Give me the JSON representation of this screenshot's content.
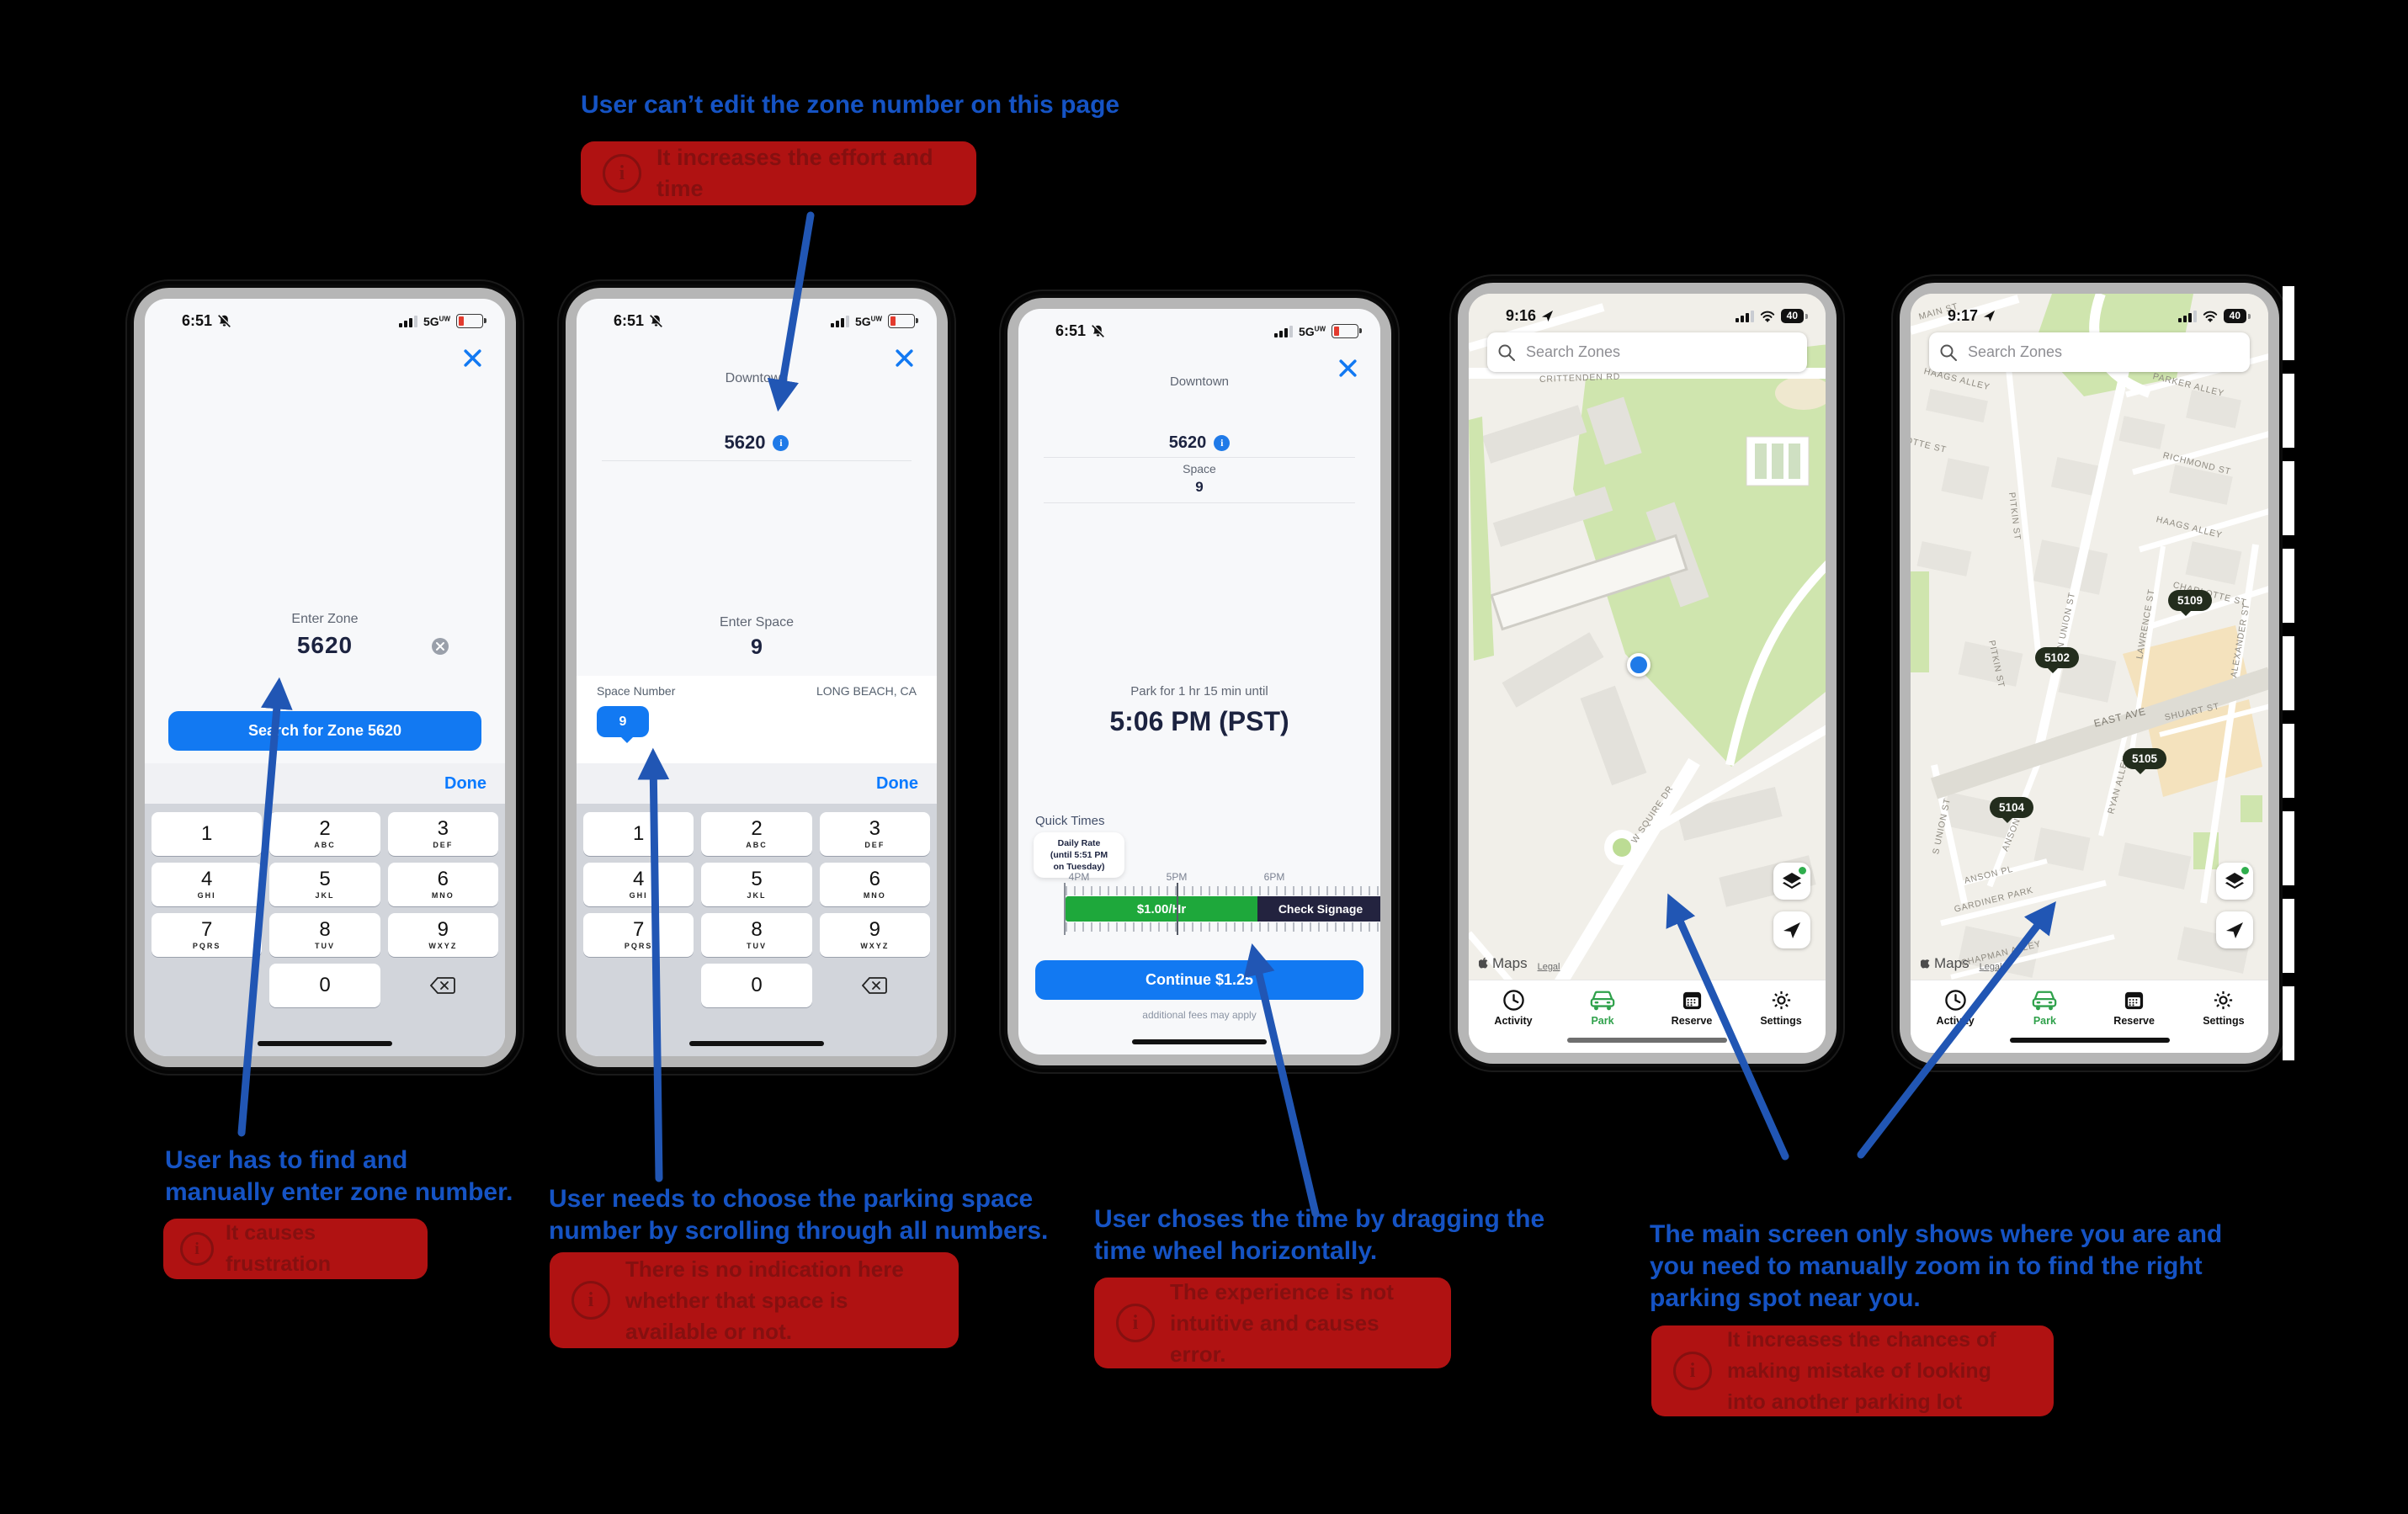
{
  "colors": {
    "annotation_blue": "#1553c4",
    "arrow_blue": "#2156b4",
    "alert_bg": "#b01212",
    "alert_text": "#851010",
    "ios_blue": "#1279f2",
    "navy_text": "#1c2340",
    "rate_green": "#1ea83b",
    "signage_navy": "#23233f",
    "park_green_tab": "#2fa14b"
  },
  "annotations": {
    "top": {
      "heading": "User can’t edit the zone number on this page",
      "alert": "It increases the effort and time"
    },
    "a1": {
      "line1": "User has to find and",
      "line2": "manually enter zone number.",
      "alert": "It causes frustration"
    },
    "a2": {
      "line1": "User needs to choose the parking space",
      "line2": "number by scrolling through all numbers.",
      "alert": "There is no indication here whether that space is available or not."
    },
    "a3": {
      "line1": "User choses the time by dragging the",
      "line2": "time wheel horizontally.",
      "alert": "The experience is not intuitive and causes error."
    },
    "a45": {
      "line1": "The main screen only shows where you are and",
      "line2": "you need to manually zoom in to find the right",
      "line3": "parking spot near you.",
      "alert": "It increases the chances of making mistake of looking into another parking lot"
    }
  },
  "status": {
    "time123": "6:51",
    "time4": "9:16",
    "time5": "9:17",
    "carrier": "5G",
    "carrier_sub": "UW",
    "battery_pct": "40"
  },
  "phone1": {
    "enter_zone_label": "Enter Zone",
    "zone_value": "5620",
    "search_button": "Search for Zone 5620",
    "done": "Done"
  },
  "phone2": {
    "location": "Downtown",
    "zone_value": "5620",
    "enter_space_label": "Enter Space",
    "space_value": "9",
    "space_number_label": "Space Number",
    "city": "LONG BEACH, CA",
    "chip_value": "9",
    "done": "Done"
  },
  "phone3": {
    "location": "Downtown",
    "zone_value": "5620",
    "space_label": "Space",
    "space_value": "9",
    "park_for": "Park for 1 hr 15 min until",
    "until_time": "5:06 PM (PST)",
    "quick_times": "Quick Times",
    "daily1": "Daily Rate",
    "daily2": "(until 5:51 PM",
    "daily3": "on Tuesday)",
    "t_4pm": "4PM",
    "t_5pm": "5PM",
    "t_6pm": "6PM",
    "rate": "$1.00/Hr",
    "signage": "Check Signage",
    "continue_button": "Continue $1.25",
    "fees": "additional fees may apply"
  },
  "keypad": {
    "keys": [
      {
        "d": "1",
        "l": ""
      },
      {
        "d": "2",
        "l": "ABC"
      },
      {
        "d": "3",
        "l": "DEF"
      },
      {
        "d": "4",
        "l": "GHI"
      },
      {
        "d": "5",
        "l": "JKL"
      },
      {
        "d": "6",
        "l": "MNO"
      },
      {
        "d": "7",
        "l": "PQRS"
      },
      {
        "d": "8",
        "l": "TUV"
      },
      {
        "d": "9",
        "l": "WXYZ"
      }
    ],
    "zero": "0"
  },
  "maps": {
    "search_placeholder": "Search Zones",
    "maps_word": "Maps",
    "legal": "Legal",
    "tabs": [
      {
        "label": "Activity"
      },
      {
        "label": "Park"
      },
      {
        "label": "Reserve"
      },
      {
        "label": "Settings"
      }
    ]
  },
  "phone4_streets": {
    "crittenden": "CRITTENDEN RD",
    "squire": "W SQUIRE DR"
  },
  "phone5_streets": {
    "main": "MAIN ST",
    "haags1": "HAAGS ALLEY",
    "parker": "PARKER ALLEY",
    "richmond": "RICHMOND ST",
    "haags2": "HAAGS ALLEY",
    "charlotte": "CHARLOTTE ST",
    "otte": "OTTE ST",
    "pitkin1": "PITKIN ST",
    "pitkin2": "PITKIN ST",
    "nunion": "N UNION ST",
    "lawrence": "LAWRENCE ST",
    "alexander": "ALEXANDER ST",
    "shuart": "SHUART ST",
    "eastave": "EAST AVE",
    "sunion": "S UNION ST",
    "anson1": "ANSON PL",
    "anson2": "ANSON PL",
    "ryan": "RYAN ALLEY",
    "gardiner": "GARDINER PARK",
    "chapman": "CHAPMAN ALLEY"
  },
  "pins": {
    "p5109": "5109",
    "p5102": "5102",
    "p5105": "5105",
    "p5104": "5104"
  }
}
